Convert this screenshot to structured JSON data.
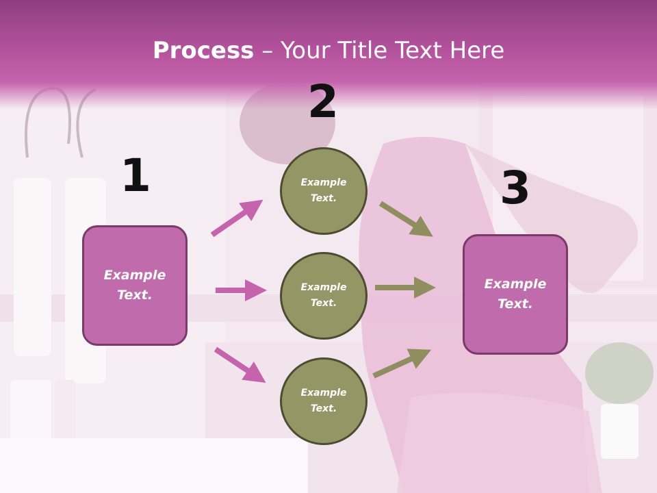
{
  "colors": {
    "title_band": "#b4519c",
    "box_fill": "#c06cac",
    "circle_fill": "#959666",
    "arrow_pink": "#c563ad",
    "arrow_olive": "#8e8e5e"
  },
  "title": {
    "bold": "Process",
    "rest": " – Your Title Text Here"
  },
  "steps": {
    "one": {
      "number": "1",
      "box_text": "Example Text."
    },
    "two": {
      "number": "2",
      "circles": [
        {
          "text": "Example Text."
        },
        {
          "text": "Example Text."
        },
        {
          "text": "Example Text."
        }
      ]
    },
    "three": {
      "number": "3",
      "box_text": "Example Text."
    }
  }
}
